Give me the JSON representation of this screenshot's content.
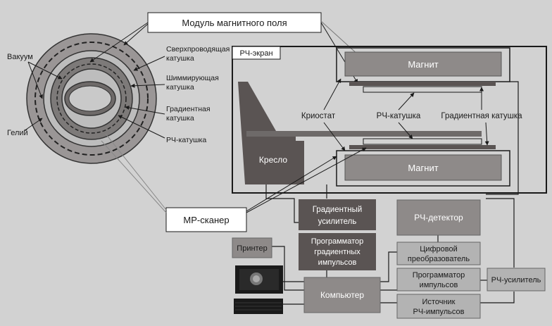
{
  "labels": {
    "module_field": "Модуль магнитного поля",
    "vacuum": "Вакуум",
    "helium": "Гелий",
    "supercond_coil_1": "Сверхпроводящая",
    "supercond_coil_2": "катушка",
    "shim_coil_1": "Шиммирующая",
    "shim_coil_2": "катушка",
    "grad_coil_1": "Градиентная",
    "grad_coil_2": "катушка",
    "rf_coil_left": "РЧ-катушка",
    "rf_screen": "РЧ-экран",
    "magnet_top": "Магнит",
    "magnet_bottom": "Магнит",
    "cryostat": "Криостат",
    "rf_coil": "РЧ-катушка",
    "gradient_coil": "Градиентная катушка",
    "chair": "Кресло",
    "mr_scanner": "МР-сканер",
    "grad_amp_1": "Градиентный",
    "grad_amp_2": "усилитель",
    "grad_prog_1": "Программатор",
    "grad_prog_2": "градиентных",
    "grad_prog_3": "импульсов",
    "printer": "Принтер",
    "computer": "Компьютер",
    "rf_detector": "РЧ-детектор",
    "digitizer_1": "Цифровой",
    "digitizer_2": "преобразователь",
    "pulse_prog_1": "Программатор",
    "pulse_prog_2": "импульсов",
    "rf_amp": "РЧ-усилитель",
    "rf_source_1": "Источник",
    "rf_source_2": "РЧ-импульсов"
  },
  "colors": {
    "background": "#d2d2d2",
    "dark_block": "#5a5453",
    "mid_block": "#8e8a89",
    "light_block": "#b3b3b3",
    "line": "#1a1a1a"
  }
}
